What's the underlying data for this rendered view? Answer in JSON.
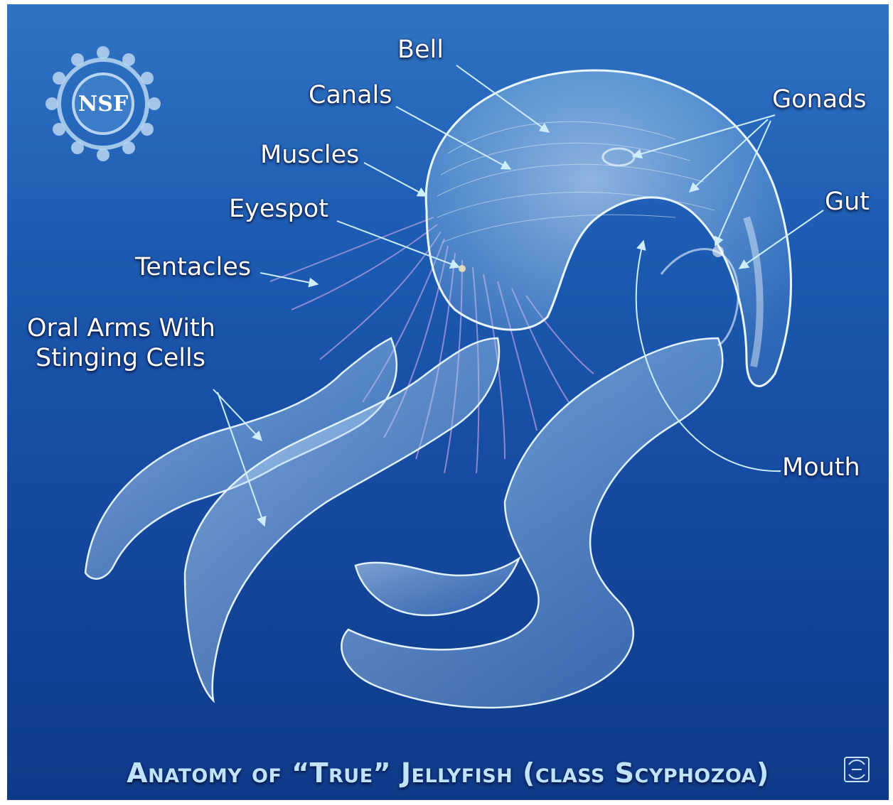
{
  "title": "Anatomy of “True” Jellyfish (class Scyphozoa)",
  "logo_text": "NSF",
  "labels": {
    "bell": "Bell",
    "canals": "Canals",
    "muscles": "Muscles",
    "eyespot": "Eyespot",
    "tentacles": "Tentacles",
    "oral_arms_line1": "Oral Arms With",
    "oral_arms_line2": "Stinging Cells",
    "gonads": "Gonads",
    "gut": "Gut",
    "mouth": "Mouth"
  },
  "colors": {
    "background_top": "#2f74c4",
    "background_bottom": "#0f3a88",
    "title": "#bfe3fb",
    "label_text": "#ffffff",
    "pointer": "#cdeefa"
  },
  "icons": [
    "nsf-logo",
    "artist-mark-icon"
  ]
}
